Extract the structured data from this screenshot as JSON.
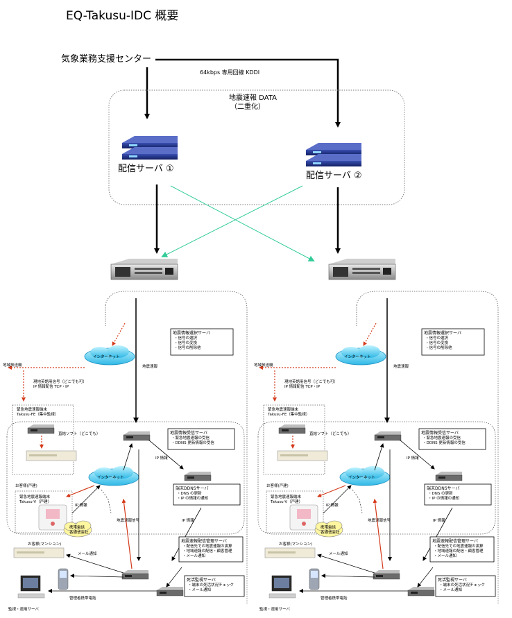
{
  "title": "EQ-Takusu-IDC 概要",
  "top": {
    "center_label": "気象業務支援センター",
    "line_label": "64kbps 専用回線 KDDI",
    "group_label_1": "地震速報 DATA",
    "group_label_2": "（二重化）",
    "server1_label": "配信サーバ ①",
    "server2_label": "配信サーバ ②"
  },
  "branch": {
    "internet": "インターネット",
    "gw_title": "地震情報選択サーバ",
    "gw_items": [
      "・信号の選択",
      "・信号の変換",
      "・信号の削除他"
    ],
    "flow_quake": "地震速報",
    "alert_label": "地域放送機",
    "local_line_1": "現地英語用信号（どこでも可）",
    "local_line_2": "IP 情報配信 TCP・IP",
    "emergency_1": "緊急地震速報端末",
    "emergency_2": "Takusu-FE（集中監視）",
    "device_label": "直結ソフト（どこでも）",
    "recv_title": "地震情報受信サーバ",
    "recv_items": [
      "・緊急地震速報の受信",
      "・DDNS 更新情報の受信"
    ],
    "ip_info": "IP 情報",
    "ddns_title": "端末DDNSサーバ",
    "ddns_items": [
      "・DNS の更新",
      "・IP の情報の通知"
    ],
    "customer_home": "お客様(戸建)",
    "terminal_1": "緊急地震速報端末",
    "terminal_2": "Takusu-V（戸建）",
    "quake_signal": "地震速報信号",
    "mobile_cloud_1": "携帯電話",
    "mobile_cloud_2": "各通信会社",
    "dist_title": "地震速報配信管理サーバ",
    "dist_items": [
      "・配信先での地震速報の演算",
      "・地域速報の配信・顧客管理",
      "・メール通知"
    ],
    "customer_mansion": "お客様(マンション)",
    "mail_notice": "メール通知",
    "mobile_phone": "管理者携帯電話",
    "monitor_title": "死活監視サーバ",
    "monitor_items": [
      "・端末の死活状況チェック",
      "・メール通知"
    ],
    "ops_server": "監視・運用サーバ"
  }
}
